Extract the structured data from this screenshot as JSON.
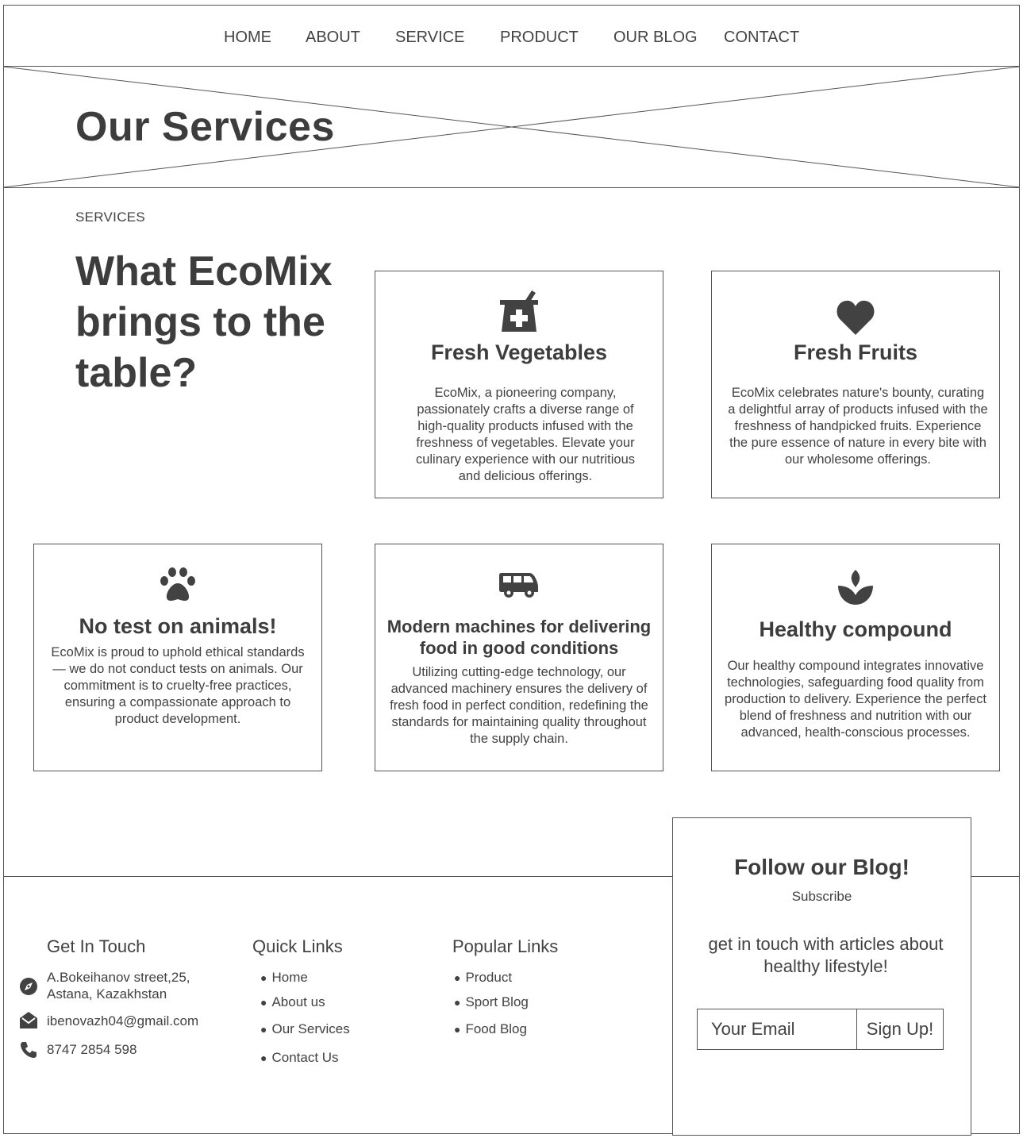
{
  "nav": {
    "items": [
      "HOME",
      "ABOUT",
      "SERVICE",
      "PRODUCT",
      "OUR BLOG",
      "CONTACT"
    ]
  },
  "hero": {
    "title": "Our Services"
  },
  "intro": {
    "eyebrow": "SERVICES",
    "headline": "What EcoMix brings to the table?"
  },
  "cards": [
    {
      "icon": "mortar-pestle-icon",
      "title": "Fresh Vegetables",
      "text": "EcoMix, a pioneering company, passionately crafts a diverse range of high-quality products infused with the freshness of vegetables. Elevate your culinary experience with our nutritious and delicious offerings."
    },
    {
      "icon": "heart-icon",
      "title": "Fresh Fruits",
      "text": "EcoMix celebrates nature's bounty, curating a delightful array of products infused with the freshness of handpicked fruits. Experience the pure essence of nature in every bite with our wholesome offerings."
    },
    {
      "icon": "paw-icon",
      "title": "No test on animals!",
      "text": "EcoMix is proud to uphold ethical standards — we do not conduct tests on animals. Our commitment is to cruelty-free practices, ensuring a compassionate approach to product development."
    },
    {
      "icon": "van-icon",
      "title": "Modern machines for delivering food in good conditions",
      "text": "Utilizing cutting-edge technology, our advanced machinery ensures the delivery of fresh food in perfect condition, redefining the standards for maintaining quality throughout the supply chain."
    },
    {
      "icon": "spa-icon",
      "title": "Healthy compound",
      "text": "Our healthy compound integrates innovative technologies, safeguarding food quality from production to delivery. Experience the perfect blend of freshness and nutrition with our advanced, health-conscious processes."
    }
  ],
  "footer": {
    "contact": {
      "heading": "Get In Touch",
      "address": "A.Bokeihanov street,25, Astana, Kazakhstan",
      "email": "ibenovazh04@gmail.com",
      "phone": "8747 2854 598"
    },
    "quick_links": {
      "heading": "Quick Links",
      "items": [
        "Home",
        "About us",
        "Our Services",
        "Contact Us"
      ]
    },
    "popular_links": {
      "heading": "Popular Links",
      "items": [
        "Product",
        "Sport Blog",
        "Food Blog"
      ]
    }
  },
  "blog": {
    "title": "Follow our Blog!",
    "subtitle": "Subscribe",
    "description": "get in touch with articles about healthy lifestyle!",
    "email_placeholder": "Your Email",
    "button_label": "Sign Up!"
  }
}
